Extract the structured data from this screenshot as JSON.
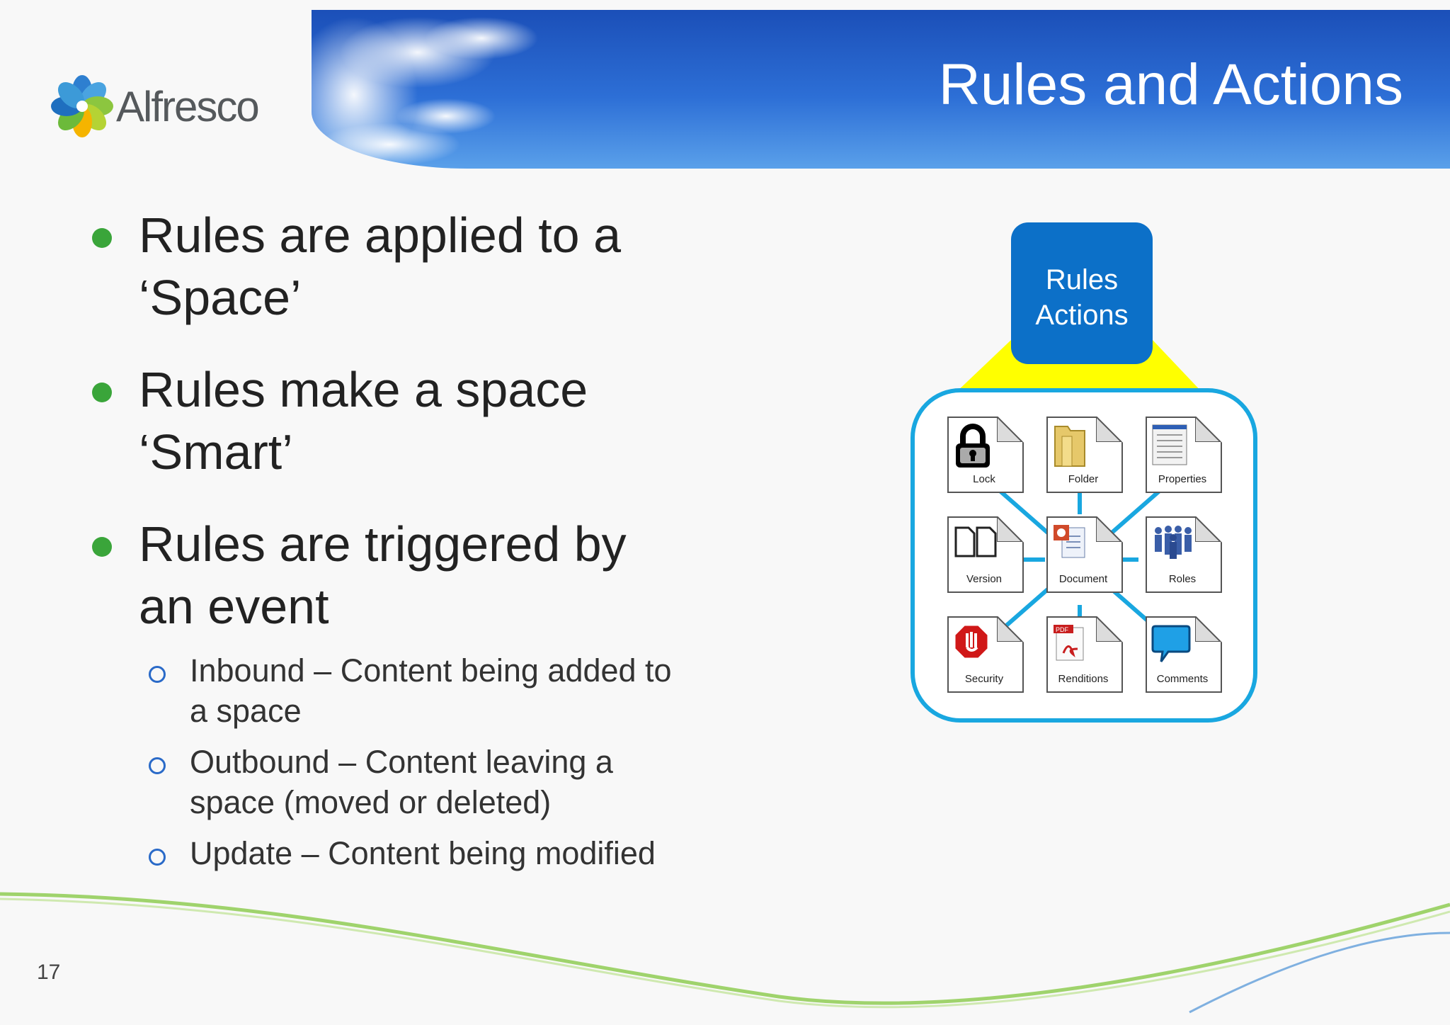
{
  "header": {
    "title": "Rules and Actions",
    "logo_text": "Alfresco"
  },
  "bullets": [
    {
      "lines": [
        "Rules are applied to a",
        "‘Space’"
      ]
    },
    {
      "lines": [
        "Rules make a space",
        "‘Smart’"
      ]
    },
    {
      "lines": [
        "Rules are triggered by",
        "an event"
      ]
    }
  ],
  "sub_bullets": [
    {
      "lines": [
        "Inbound – Content being added to",
        "a space"
      ]
    },
    {
      "lines": [
        "Outbound – Content leaving a",
        "space (moved or deleted)"
      ]
    },
    {
      "lines": [
        "Update – Content being modified"
      ]
    }
  ],
  "diagram": {
    "center_box": [
      "Rules",
      "Actions"
    ],
    "tiles": [
      {
        "label": "Lock",
        "icon": "lock-icon"
      },
      {
        "label": "Folder",
        "icon": "folder-icon"
      },
      {
        "label": "Properties",
        "icon": "properties-icon"
      },
      {
        "label": "Version",
        "icon": "version-icon"
      },
      {
        "label": "Document",
        "icon": "document-icon"
      },
      {
        "label": "Roles",
        "icon": "roles-icon"
      },
      {
        "label": "Security",
        "icon": "stop-sign-icon"
      },
      {
        "label": "Renditions",
        "icon": "pdf-icon"
      },
      {
        "label": "Comments",
        "icon": "speech-bubble-icon"
      }
    ],
    "colors": {
      "box": "#0c70c8",
      "frame": "#19a7e0",
      "funnel": "#ffff00"
    }
  },
  "page_number": "17"
}
